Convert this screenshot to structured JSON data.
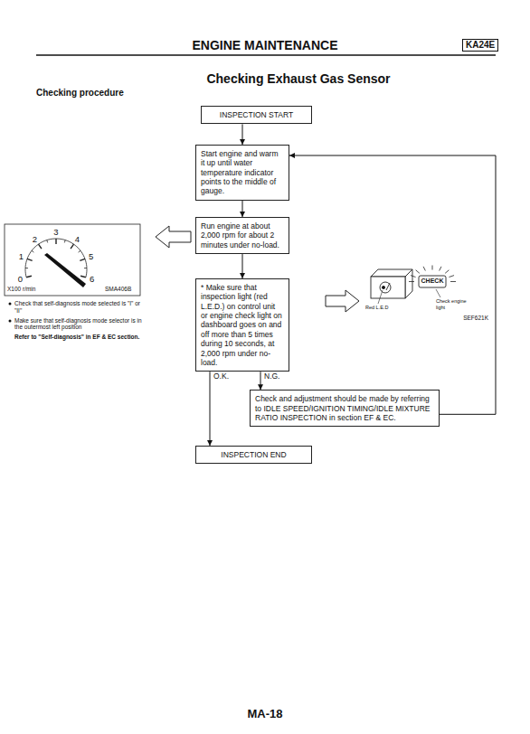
{
  "diagram": {
    "title": "Checking Exhaust Gas Sensor",
    "nodes": [
      {
        "text": [
          "INSPECTION START"
        ]
      },
      {
        "text": [
          "Start engine and warm it up until water temperature indicator points to the middle of gauge."
        ]
      },
      {
        "text": [
          "Run engine at about 2,000 rpm for about 2 minutes under no-load."
        ]
      },
      {
        "text": [
          "* Make sure that inspection light (red L.E.D.) on control unit or engine check light on dashboard goes on and off more than 5 times during 10 seconds, at 2,000 rpm under no-load."
        ]
      },
      {
        "text": [
          "Check and adjustment should be made by referring to IDLE SPEED/IGNITION TIMING/IDLE MIXTURE RATIO INSPECTION in section EF & EC."
        ]
      },
      {
        "text": [
          "INSPECTION END"
        ]
      }
    ],
    "edges": [
      {
        "from": 0,
        "to": 1,
        "arrow": "to"
      },
      {
        "from": 1,
        "to": 2,
        "arrow": "to"
      },
      {
        "from": 2,
        "to": 3,
        "arrow": "to"
      },
      {
        "from": 3,
        "to": 5,
        "label": "O.K.",
        "arrow": "to"
      },
      {
        "from": 3,
        "to": 4,
        "label": "N.G.",
        "arrow": "to"
      },
      {
        "from": 4,
        "to": 1,
        "arrow": "to"
      }
    ],
    "labels": [
      "ENGINE MAINTENANCE",
      "KA24E",
      "Checking procedure",
      "0",
      "1",
      "2",
      "3",
      "4",
      "5",
      "6",
      "X100 r/min",
      "SMA406B",
      "Check that self-diagnosis mode selected is \"I\" or \"II\"",
      "Make sure that self-diagnosis mode selector is in the outermost left position",
      "Refer to \"Self-diagnosis\" in EF & EC section.",
      "Red L.E.D",
      "CHECK",
      "Check engine light",
      "SEF621K",
      "MA-18"
    ]
  }
}
